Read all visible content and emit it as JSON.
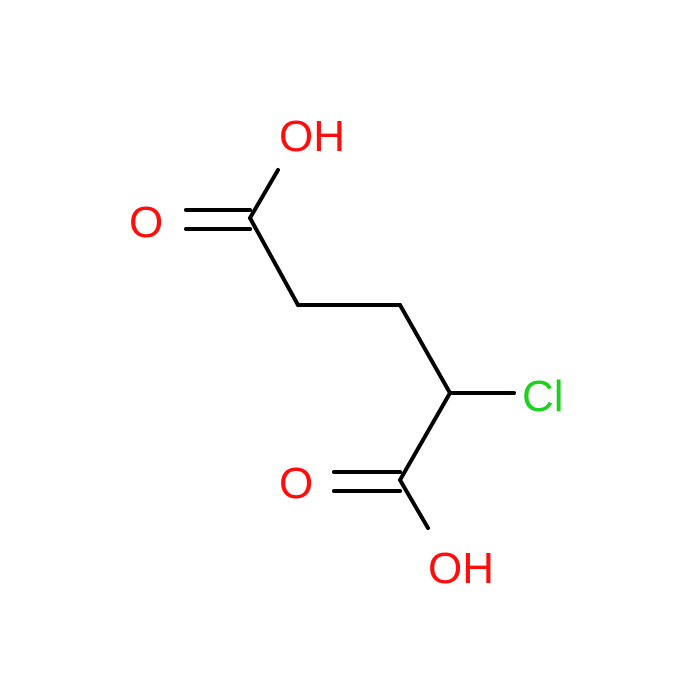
{
  "molecule": {
    "atoms": {
      "top_hydroxyl": {
        "text": "OH",
        "color": "#ff0d0d"
      },
      "top_carbonyl_oxygen": {
        "text": "O",
        "color": "#ff0d0d"
      },
      "chlorine": {
        "text": "Cl",
        "color": "#1fd01f"
      },
      "bottom_carbonyl_oxygen": {
        "text": "O",
        "color": "#ff0d0d"
      },
      "bottom_hydroxyl": {
        "text": "OH",
        "color": "#ff0d0d"
      }
    },
    "bond_color": "#000000",
    "background": "#ffffff"
  }
}
